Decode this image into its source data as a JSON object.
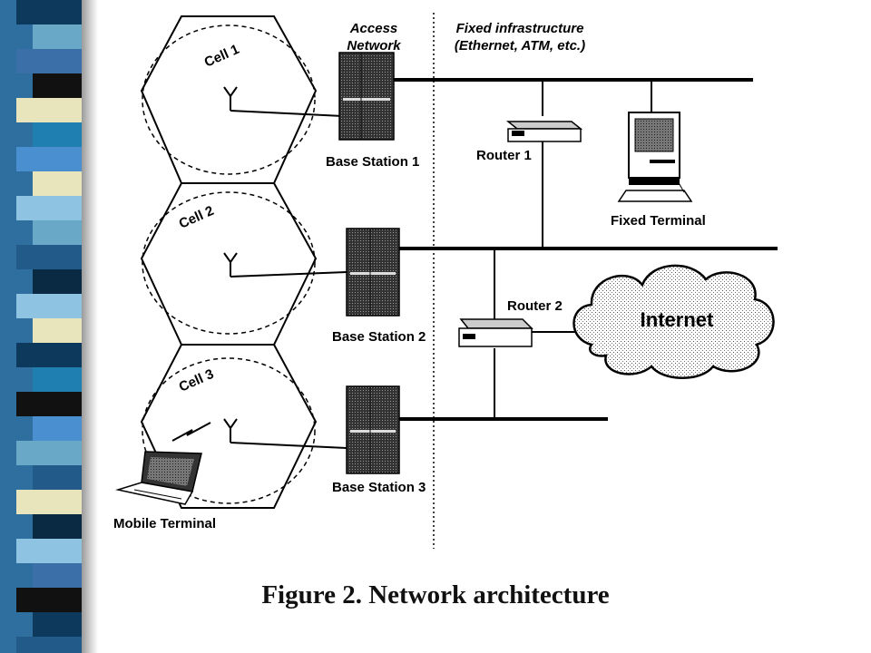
{
  "colors": {
    "stripe_palette": [
      "#0d3a5c",
      "#6aa8c8",
      "#e8e4bc",
      "#111111",
      "#1f7fb0",
      "#3a6fa8",
      "#4a8fd0",
      "#8ec3e2",
      "#225a8a",
      "#0a2a44"
    ],
    "ink": "#000000",
    "background": "#ffffff"
  },
  "header": {
    "access_network_line1": "Access",
    "access_network_line2": "Network",
    "fixed_infra_line1": "Fixed infrastructure",
    "fixed_infra_line2": "(Ethernet, ATM, etc.)"
  },
  "cells": [
    {
      "label": "Cell 1"
    },
    {
      "label": "Cell 2"
    },
    {
      "label": "Cell 3"
    }
  ],
  "base_stations": [
    {
      "label": "Base Station 1"
    },
    {
      "label": "Base Station 2"
    },
    {
      "label": "Base Station 3"
    }
  ],
  "routers": [
    {
      "label": "Router 1"
    },
    {
      "label": "Router 2"
    }
  ],
  "fixed_terminal": {
    "label": "Fixed Terminal"
  },
  "mobile_terminal": {
    "label": "Mobile Terminal"
  },
  "internet": {
    "label": "Internet"
  },
  "caption": "Figure 2. Network architecture"
}
